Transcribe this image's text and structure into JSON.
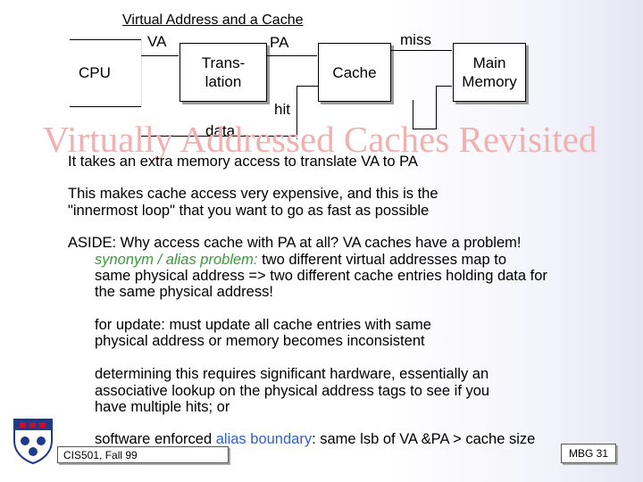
{
  "diagram": {
    "title": "Virtual Address and a Cache",
    "va_label": "VA",
    "pa_label": "PA",
    "miss_label": "miss",
    "hit_label": "hit",
    "data_label": "data",
    "cpu_label": "CPU",
    "translation_label_1": "Trans-",
    "translation_label_2": "lation",
    "cache_label": "Cache",
    "memory_label_1": "Main",
    "memory_label_2": "Memory"
  },
  "watermark": "Virtually Addressed Caches Revisited",
  "body": {
    "line1": "It takes an extra memory access to translate VA to PA",
    "para2_line1": "This makes cache access very expensive, and this is the",
    "para2_line2": "\"innermost loop\" that you want to go as fast as possible",
    "aside_line1": "ASIDE: Why access cache with PA at all? VA caches have a problem!",
    "synonym_term": "synonym / alias problem:",
    "synonym_rest": " two different virtual addresses map to",
    "aside_line3": "same physical address => two different cache entries holding data for",
    "aside_line4": "the same physical address!",
    "update_line1": "for update: must update all cache entries with same",
    "update_line2": "physical address or memory becomes inconsistent",
    "determine_line1": "determining this requires significant hardware, essentially an",
    "determine_line2": "associative lookup on the physical address tags to see if you",
    "determine_line3": "have multiple hits; or",
    "software_pre": "software enforced ",
    "software_term": "alias boundary",
    "software_post": ": same lsb of VA &PA > cache size"
  },
  "footer": {
    "course": "CIS501, Fall 99",
    "page": "MBG 31"
  },
  "colors": {
    "watermark": "#f2b1b1",
    "synonym": "#3a9a3a",
    "alias_boundary": "#2f5fd0",
    "logo_red": "#c8102e",
    "logo_blue": "#1f3a8a"
  },
  "icons": {
    "logo": "university-shield-icon"
  }
}
